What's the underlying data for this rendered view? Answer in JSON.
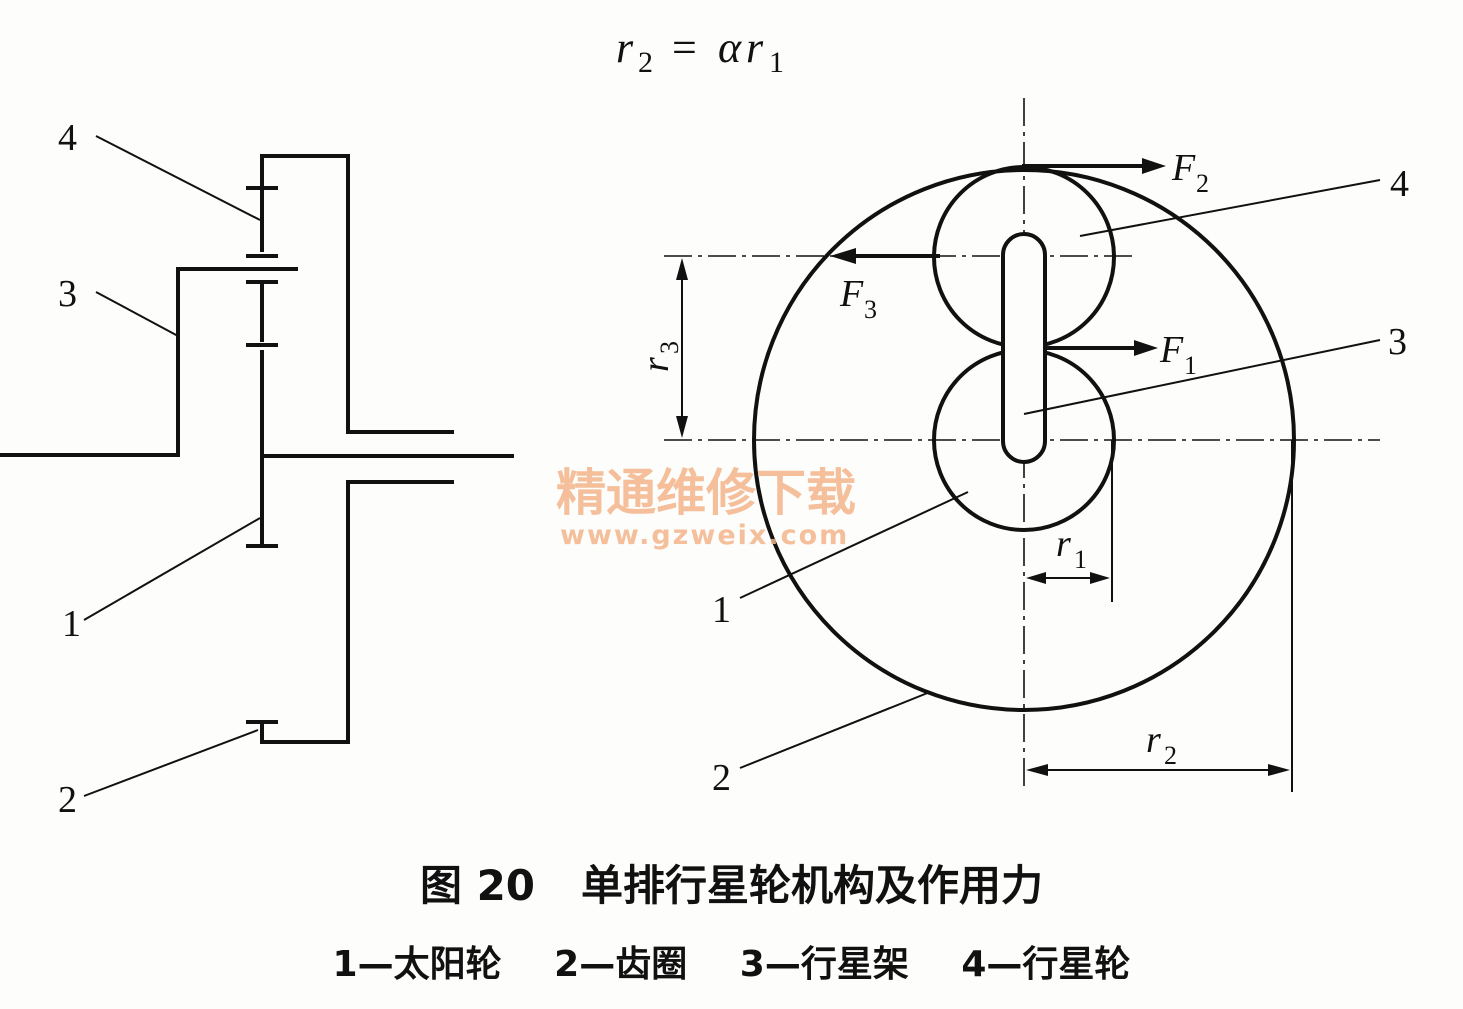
{
  "equation": {
    "r": "r",
    "sub2": "2",
    "eq": "=",
    "alpha": "α",
    "sub1": "1"
  },
  "left_labels": [
    "4",
    "3",
    "1",
    "2"
  ],
  "right_labels": [
    "4",
    "3",
    "1",
    "2"
  ],
  "forces": {
    "F2": {
      "symbol": "F",
      "sub": "2"
    },
    "F3": {
      "symbol": "F",
      "sub": "3"
    },
    "F1": {
      "symbol": "F",
      "sub": "1"
    }
  },
  "dims": {
    "r1": {
      "symbol": "r",
      "sub": "1"
    },
    "r2": {
      "symbol": "r",
      "sub": "2"
    },
    "r3": {
      "symbol": "r",
      "sub": "3"
    }
  },
  "watermark": {
    "cn": "精通维修下载",
    "url": "www.gzweix.com"
  },
  "caption": {
    "figure_no": "图 20",
    "title": "单排行星轮机构及作用力",
    "legend": [
      "1—太阳轮",
      "2—齿圈",
      "3—行星架",
      "4—行星轮"
    ]
  }
}
